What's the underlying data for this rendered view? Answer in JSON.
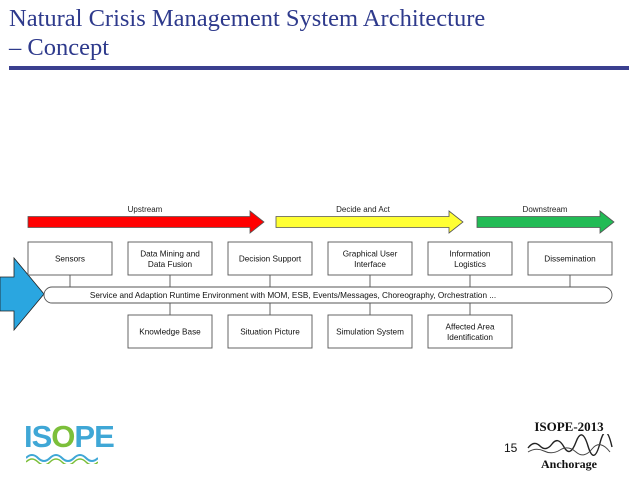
{
  "slide": {
    "title": "Natural Crisis Management System Architecture\n– Concept",
    "page_number": "15",
    "conference": {
      "name": "ISOPE-2013",
      "city": "Anchorage"
    },
    "logo_text": "ISOPE"
  },
  "phases": [
    {
      "label": "Upstream",
      "color": "#ff0000"
    },
    {
      "label": "Decide and Act",
      "color": "#ffff33"
    },
    {
      "label": "Downstream",
      "color": "#22bb55"
    }
  ],
  "top_boxes": [
    {
      "lines": [
        "Sensors"
      ]
    },
    {
      "lines": [
        "Data Mining and",
        "Data Fusion"
      ]
    },
    {
      "lines": [
        "Decision Support"
      ]
    },
    {
      "lines": [
        "Graphical User",
        "Interface"
      ]
    },
    {
      "lines": [
        "Information",
        "Logistics"
      ]
    },
    {
      "lines": [
        "Dissemination"
      ]
    }
  ],
  "bus_label": "Service and Adaption Runtime Environment with MOM, ESB, Events/Messages, Choreography, Orchestration ...",
  "bottom_boxes": [
    {
      "lines": [
        "Knowledge Base"
      ]
    },
    {
      "lines": [
        "Situation Picture"
      ]
    },
    {
      "lines": [
        "Simulation System"
      ]
    },
    {
      "lines": [
        "Affected Area",
        "Identification"
      ]
    }
  ],
  "colors": {
    "title": "#2e3a8c",
    "rule": "#3a3f8f",
    "entry_arrow": "#2aa6e0"
  }
}
